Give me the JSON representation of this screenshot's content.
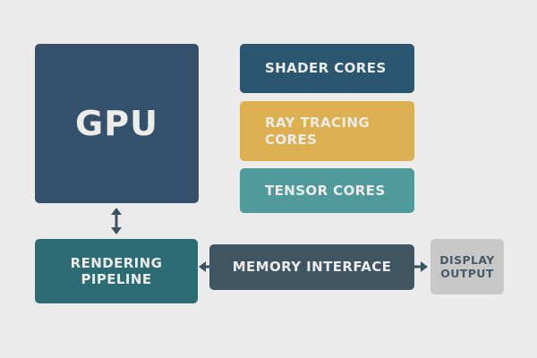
{
  "diagram": {
    "title": "GPU Architecture",
    "nodes": {
      "gpu": {
        "label": "GPU",
        "color": "#35506a"
      },
      "shader_cores": {
        "label": "SHADER CORES",
        "color": "#2a566f"
      },
      "ray_tracing_cores": {
        "label_line1": "RAY TRACING",
        "label_line2": "CORES",
        "color": "#dcaf50"
      },
      "tensor_cores": {
        "label": "TENSOR CORES",
        "color": "#4f9a9c"
      },
      "rendering_pipeline": {
        "label_line1": "RENDERING",
        "label_line2": "PIPELINE",
        "color": "#2d6b74"
      },
      "memory_interface": {
        "label": "MEMORY INTERFACE",
        "color": "#3f5561"
      },
      "display_output": {
        "label_line1": "DISPLAY",
        "label_line2": "OUTPUT",
        "color": "#c8c8c8",
        "text_color": "#475a66"
      }
    },
    "edges": [
      {
        "from": "gpu",
        "to": "rendering_pipeline",
        "direction": "bidirectional"
      },
      {
        "from": "memory_interface",
        "to": "rendering_pipeline",
        "direction": "forward"
      },
      {
        "from": "memory_interface",
        "to": "display_output",
        "direction": "forward"
      }
    ],
    "arrow_color": "#3d5260",
    "background": "#ebebeb"
  }
}
